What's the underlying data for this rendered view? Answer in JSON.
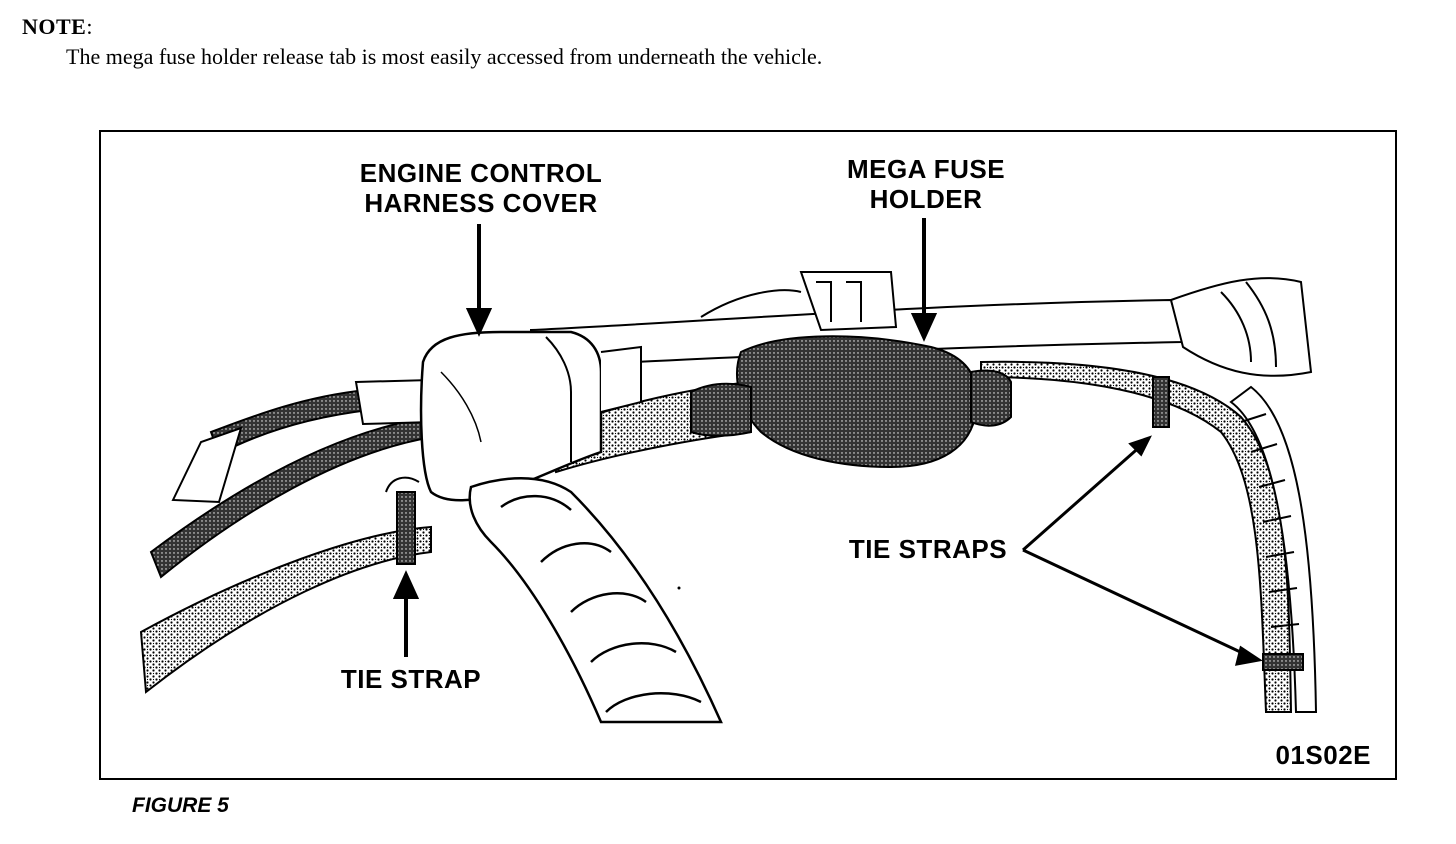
{
  "note": {
    "heading": "NOTE",
    "colon": ":",
    "text": "The mega fuse holder release tab is most easily accessed from underneath the vehicle."
  },
  "figure": {
    "callouts": {
      "engine_cover_line1": "ENGINE CONTROL",
      "engine_cover_line2": "HARNESS COVER",
      "mega_fuse_line1": "MEGA FUSE",
      "mega_fuse_line2": "HOLDER",
      "tie_strap": "TIE STRAP",
      "tie_straps": "TIE STRAPS"
    },
    "code": "01S02E",
    "caption": "FIGURE 5"
  }
}
